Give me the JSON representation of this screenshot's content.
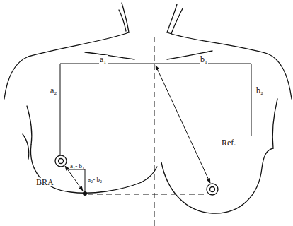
{
  "diagram": {
    "labels": [
      "a₁",
      "b₁",
      "a₂",
      "b₂",
      "Ref.",
      "BRA",
      "a₁- b₁",
      "a₂- b₂"
    ]
  }
}
